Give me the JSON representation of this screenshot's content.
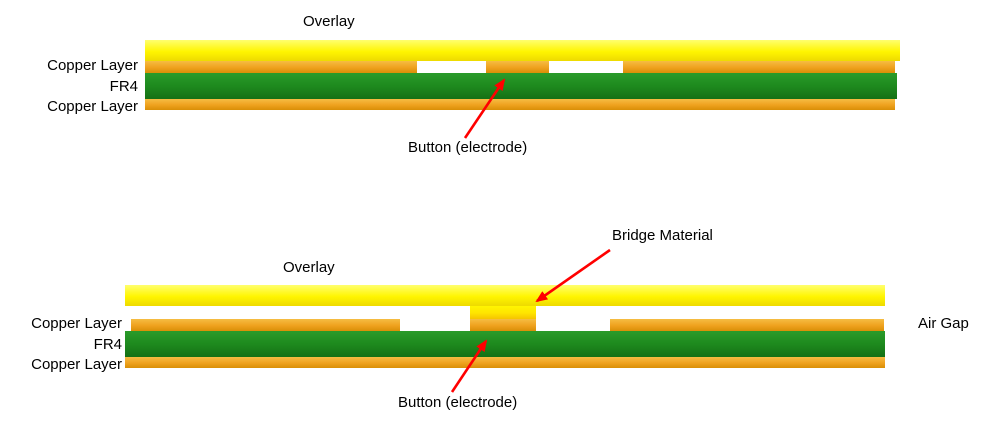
{
  "colors": {
    "overlay_yellow": "#FFF500",
    "copper": "#EFA11E",
    "fr4_green": "#1E8A1E",
    "arrow_red": "#FF0000",
    "background": "#FFFFFF",
    "text": "#000000"
  },
  "top_diagram": {
    "overlay_label": "Overlay",
    "copper_top_label": "Copper Layer",
    "fr4_label": "FR4",
    "copper_bottom_label": "Copper Layer",
    "button_label": "Button (electrode)"
  },
  "bottom_diagram": {
    "bridge_label": "Bridge Material",
    "overlay_label": "Overlay",
    "copper_top_label": "Copper Layer",
    "air_gap_label": "Air Gap",
    "fr4_label": "FR4",
    "copper_bottom_label": "Copper Layer",
    "button_label": "Button (electrode)"
  }
}
